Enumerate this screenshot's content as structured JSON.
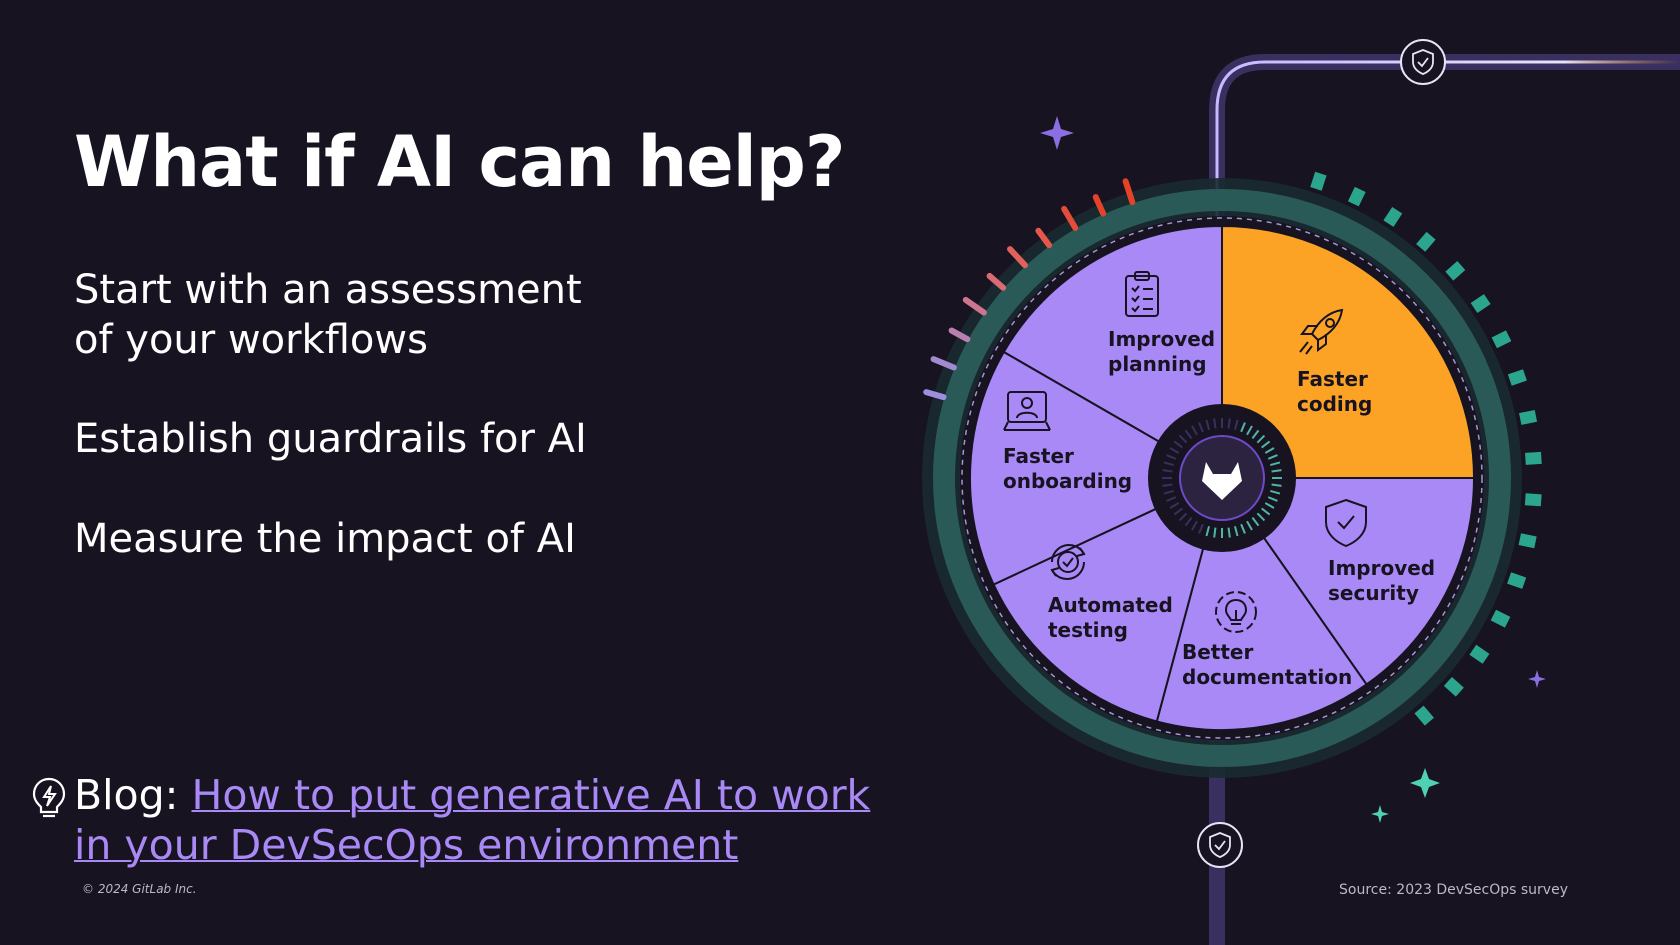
{
  "slide": {
    "title": "What if AI can help?",
    "points": [
      {
        "line1": "Start with an assessment",
        "line2": "of your workflows"
      },
      {
        "text": "Establish guardrails for AI"
      },
      {
        "text": "Measure the impact of AI"
      }
    ],
    "blog": {
      "prefix": "Blog:",
      "link_text": "How to put generative AI to work in your DevSecOps environment"
    },
    "copyright": "© 2024 GitLab Inc.",
    "source": "Source: 2023 DevSecOps survey"
  },
  "diagram": {
    "segments": [
      {
        "line1": "Improved",
        "line2": "planning",
        "icon": "clipboard-icon"
      },
      {
        "line1": "Faster",
        "line2": "coding",
        "icon": "rocket-icon",
        "highlight": true
      },
      {
        "line1": "Improved",
        "line2": "security",
        "icon": "shield-check-icon"
      },
      {
        "line1": "Better",
        "line2": "documentation",
        "icon": "gear-bulb-icon"
      },
      {
        "line1": "Automated",
        "line2": "testing",
        "icon": "cycle-check-icon"
      },
      {
        "line1": "Faster",
        "line2": "onboarding",
        "icon": "laptop-user-icon"
      }
    ],
    "center_icon": "gitlab-logo",
    "colors": {
      "background": "#171321",
      "segment": "#a989f5",
      "highlight": "#fca326",
      "ring": "#1f4a48",
      "link": "#a989f5"
    }
  }
}
